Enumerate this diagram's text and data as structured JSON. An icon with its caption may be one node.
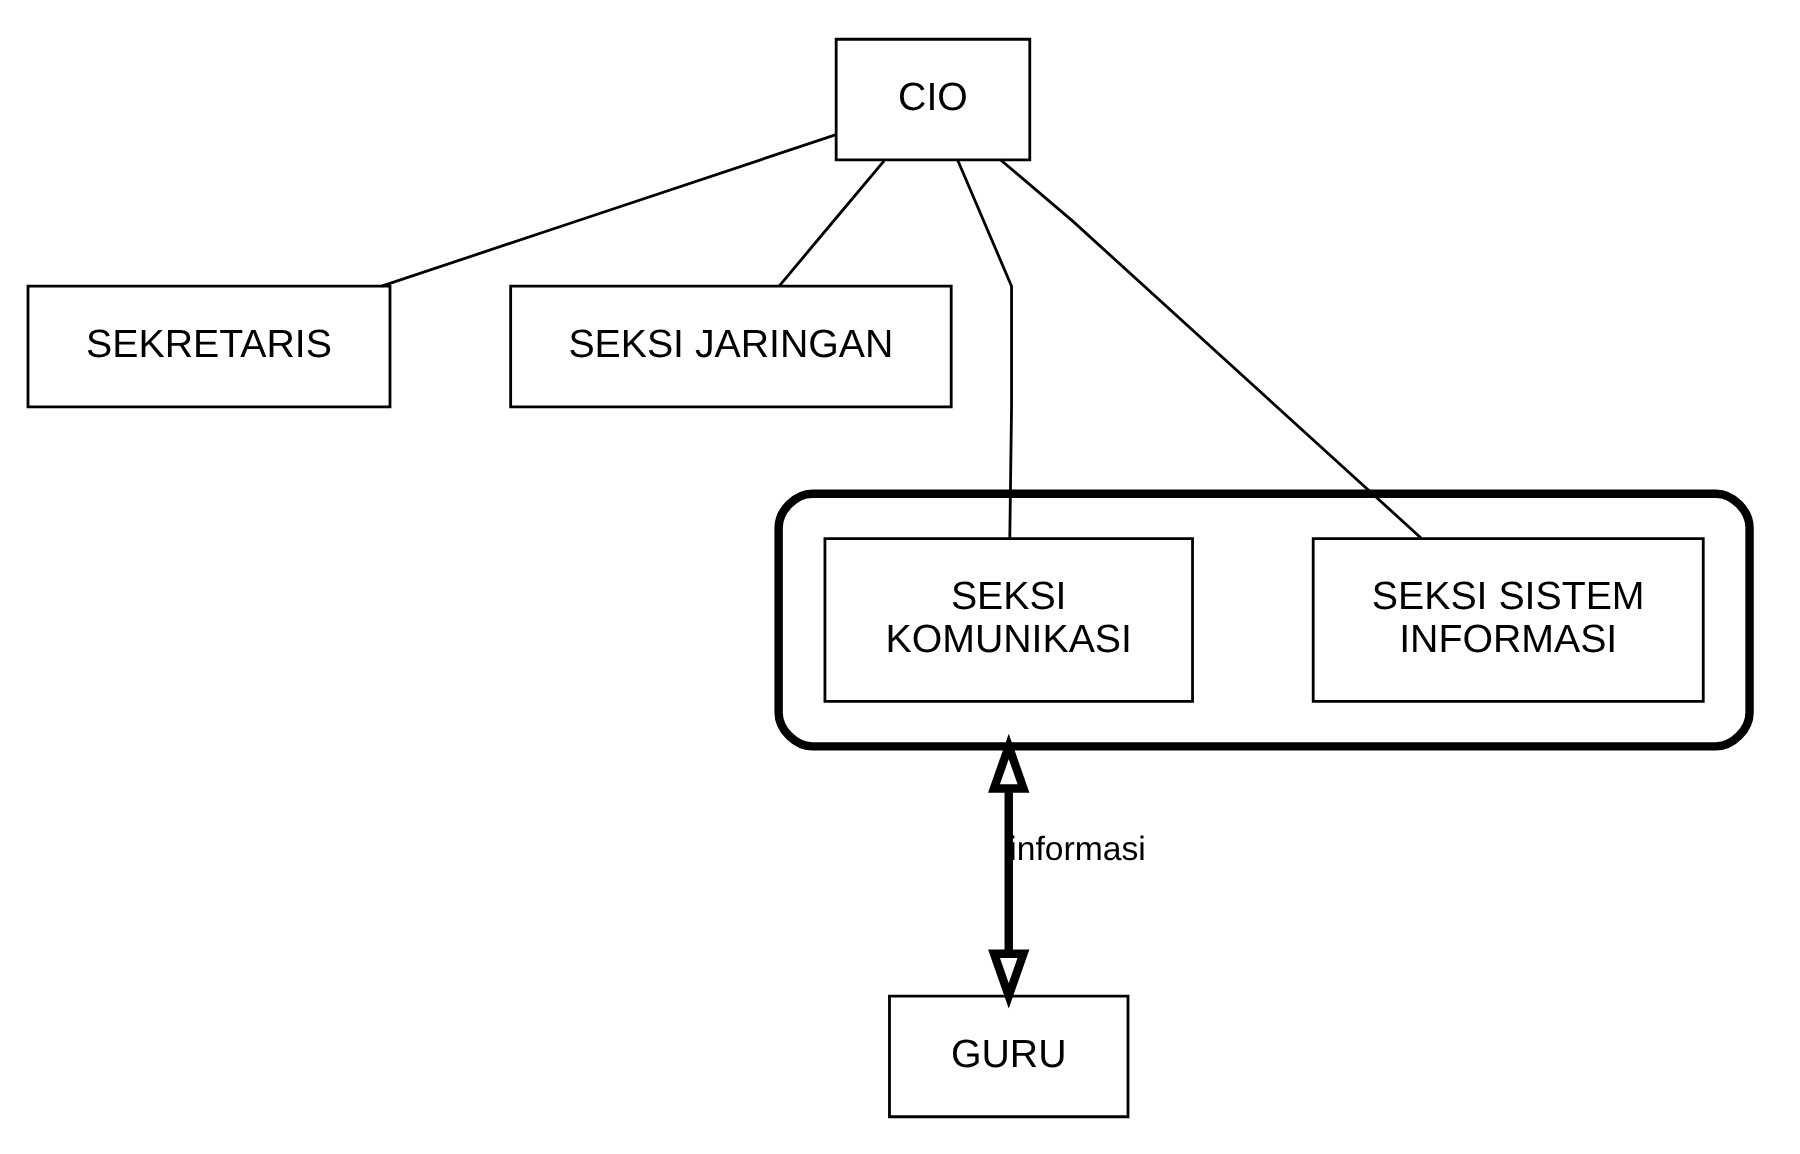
{
  "diagram": {
    "nodes": [
      {
        "text": [
          "CIO"
        ]
      },
      {
        "text": [
          "SEKRETARIS"
        ]
      },
      {
        "text": [
          "SEKSI JARINGAN"
        ]
      },
      {
        "text": [],
        "shape": "box"
      },
      {
        "text": [
          "SEKSI KOMUNIKASI"
        ],
        "in": 3
      },
      {
        "text": [
          "SEKSI SISTEM INFORMASI"
        ],
        "in": 3
      },
      {
        "text": [
          "GURU"
        ]
      }
    ],
    "edges": [
      {
        "from": 0,
        "to": 1,
        "arrow": "none"
      },
      {
        "from": 0,
        "to": 2,
        "arrow": "none"
      },
      {
        "from": 0,
        "to": 4,
        "arrow": "none"
      },
      {
        "from": 0,
        "to": 5,
        "arrow": "none"
      },
      {
        "from": 3,
        "to": 6,
        "arrow": "both",
        "label": "informasi",
        "style": "thick"
      }
    ]
  }
}
